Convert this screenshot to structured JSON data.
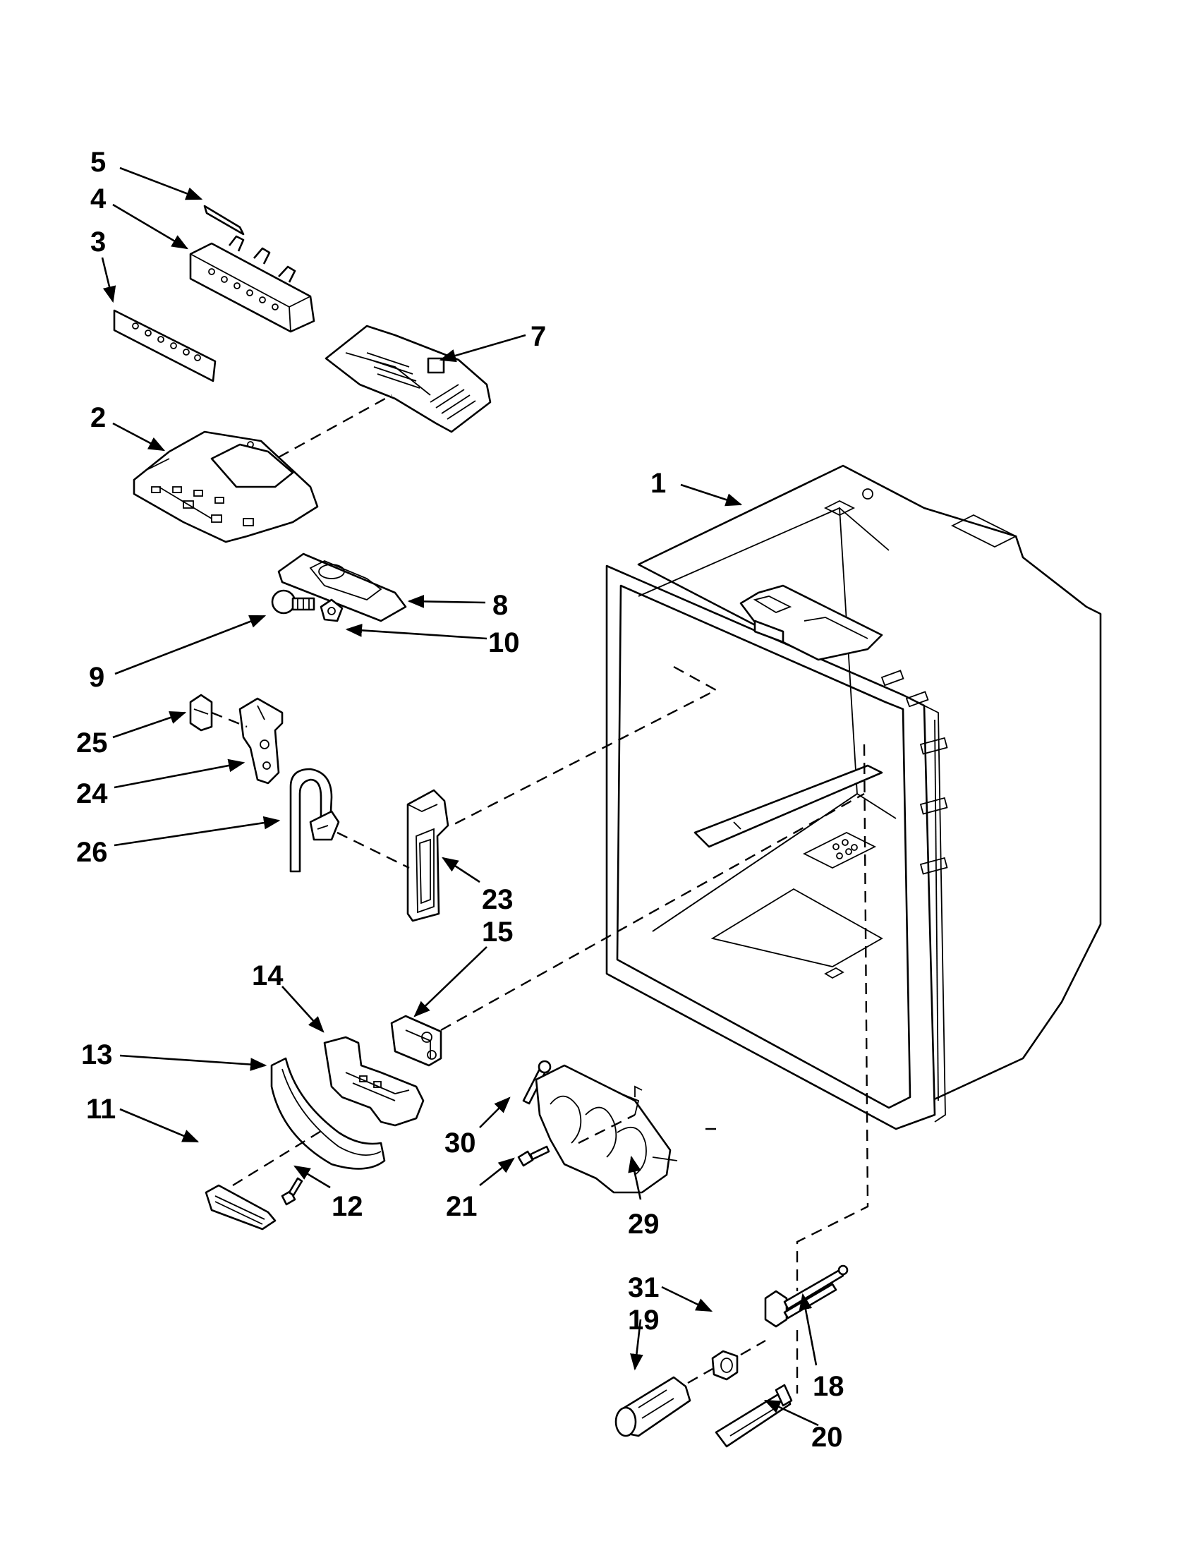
{
  "diagram": {
    "callouts": [
      {
        "id": "c5",
        "text": "5"
      },
      {
        "id": "c4",
        "text": "4"
      },
      {
        "id": "c3",
        "text": "3"
      },
      {
        "id": "c7",
        "text": "7"
      },
      {
        "id": "c2",
        "text": "2"
      },
      {
        "id": "c1",
        "text": "1"
      },
      {
        "id": "c8",
        "text": "8"
      },
      {
        "id": "c10",
        "text": "10"
      },
      {
        "id": "c9",
        "text": "9"
      },
      {
        "id": "c25",
        "text": "25"
      },
      {
        "id": "c24",
        "text": "24"
      },
      {
        "id": "c26",
        "text": "26"
      },
      {
        "id": "c23",
        "text": "23"
      },
      {
        "id": "c15",
        "text": "15"
      },
      {
        "id": "c14",
        "text": "14"
      },
      {
        "id": "c13",
        "text": "13"
      },
      {
        "id": "c11",
        "text": "11"
      },
      {
        "id": "c30",
        "text": "30"
      },
      {
        "id": "c12",
        "text": "12"
      },
      {
        "id": "c21",
        "text": "21"
      },
      {
        "id": "c29",
        "text": "29"
      },
      {
        "id": "c31",
        "text": "31"
      },
      {
        "id": "c19",
        "text": "19"
      },
      {
        "id": "c18",
        "text": "18"
      },
      {
        "id": "c20",
        "text": "20"
      }
    ]
  }
}
